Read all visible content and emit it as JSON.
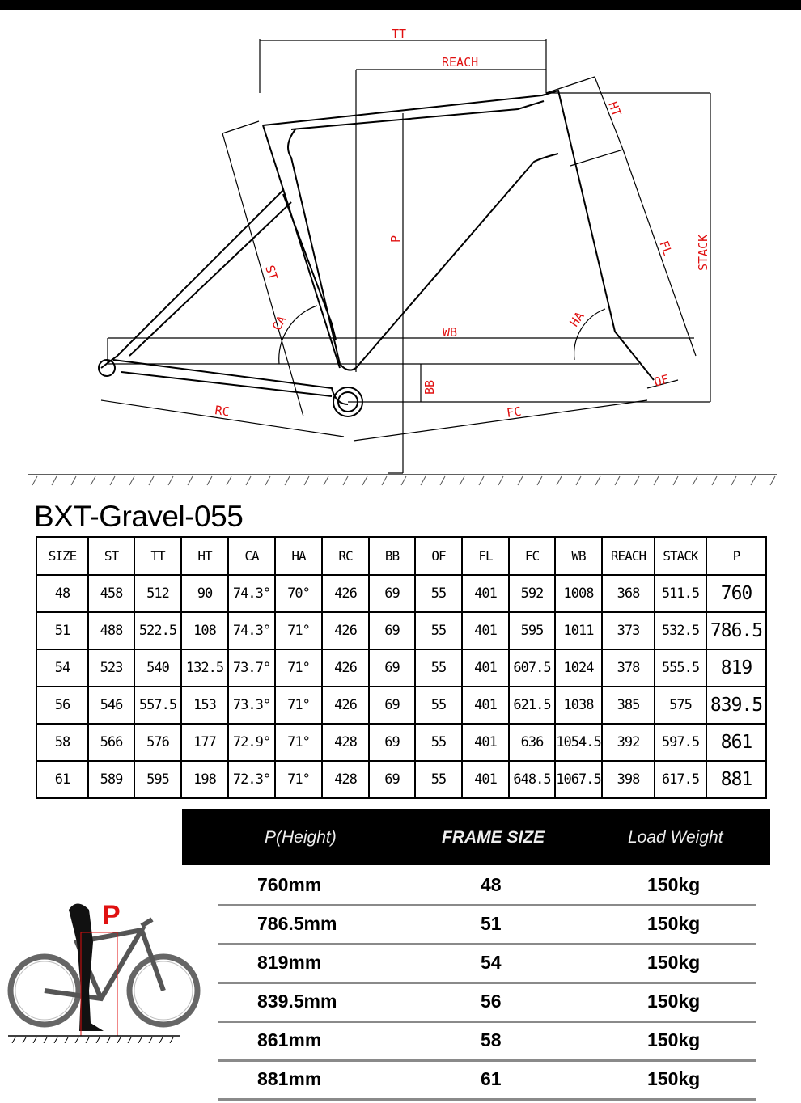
{
  "diagram": {
    "labels": {
      "tt": "TT",
      "reach": "REACH",
      "ht": "HT",
      "p": "P",
      "stack": "STACK",
      "fl": "FL",
      "st": "ST",
      "ca": "CA",
      "ha": "HA",
      "wb": "WB",
      "bb": "BB",
      "of": "OF",
      "rc": "RC",
      "fc": "FC"
    }
  },
  "title": "BXT-Gravel-055",
  "geometry_table": {
    "headers": [
      "SIZE",
      "ST",
      "TT",
      "HT",
      "CA",
      "HA",
      "RC",
      "BB",
      "OF",
      "FL",
      "FC",
      "WB",
      "REACH",
      "STACK",
      "P"
    ],
    "rows": [
      [
        "48",
        "458",
        "512",
        "90",
        "74.3°",
        "70°",
        "426",
        "69",
        "55",
        "401",
        "592",
        "1008",
        "368",
        "511.5",
        "760"
      ],
      [
        "51",
        "488",
        "522.5",
        "108",
        "74.3°",
        "71°",
        "426",
        "69",
        "55",
        "401",
        "595",
        "1011",
        "373",
        "532.5",
        "786.5"
      ],
      [
        "54",
        "523",
        "540",
        "132.5",
        "73.7°",
        "71°",
        "426",
        "69",
        "55",
        "401",
        "607.5",
        "1024",
        "378",
        "555.5",
        "819"
      ],
      [
        "56",
        "546",
        "557.5",
        "153",
        "73.3°",
        "71°",
        "426",
        "69",
        "55",
        "401",
        "621.5",
        "1038",
        "385",
        "575",
        "839.5"
      ],
      [
        "58",
        "566",
        "576",
        "177",
        "72.9°",
        "71°",
        "428",
        "69",
        "55",
        "401",
        "636",
        "1054.5",
        "392",
        "597.5",
        "861"
      ],
      [
        "61",
        "589",
        "595",
        "198",
        "72.3°",
        "71°",
        "428",
        "69",
        "55",
        "401",
        "648.5",
        "1067.5",
        "398",
        "617.5",
        "881"
      ]
    ]
  },
  "size_chart": {
    "headers": [
      "P(Height)",
      "FRAME SIZE",
      "Load Weight"
    ],
    "rows": [
      [
        "760mm",
        "48",
        "150kg"
      ],
      [
        "786.5mm",
        "51",
        "150kg"
      ],
      [
        "819mm",
        "54",
        "150kg"
      ],
      [
        "839.5mm",
        "56",
        "150kg"
      ],
      [
        "861mm",
        "58",
        "150kg"
      ],
      [
        "881mm",
        "61",
        "150kg"
      ]
    ],
    "rider_label": "P"
  },
  "colors": {
    "accent": "#e01010"
  }
}
